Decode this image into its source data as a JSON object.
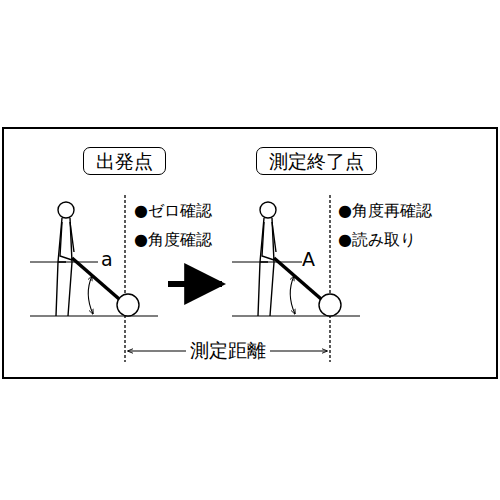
{
  "diagram": {
    "nodes": [
      {
        "text": [
          "出発点"
        ]
      },
      {
        "text": [
          "測定終了点"
        ]
      }
    ],
    "labels": [
      "a",
      "●ゼロ確認",
      "●角度確認",
      "A",
      "●角度再確認",
      "●読み取り",
      "測定距離"
    ]
  }
}
